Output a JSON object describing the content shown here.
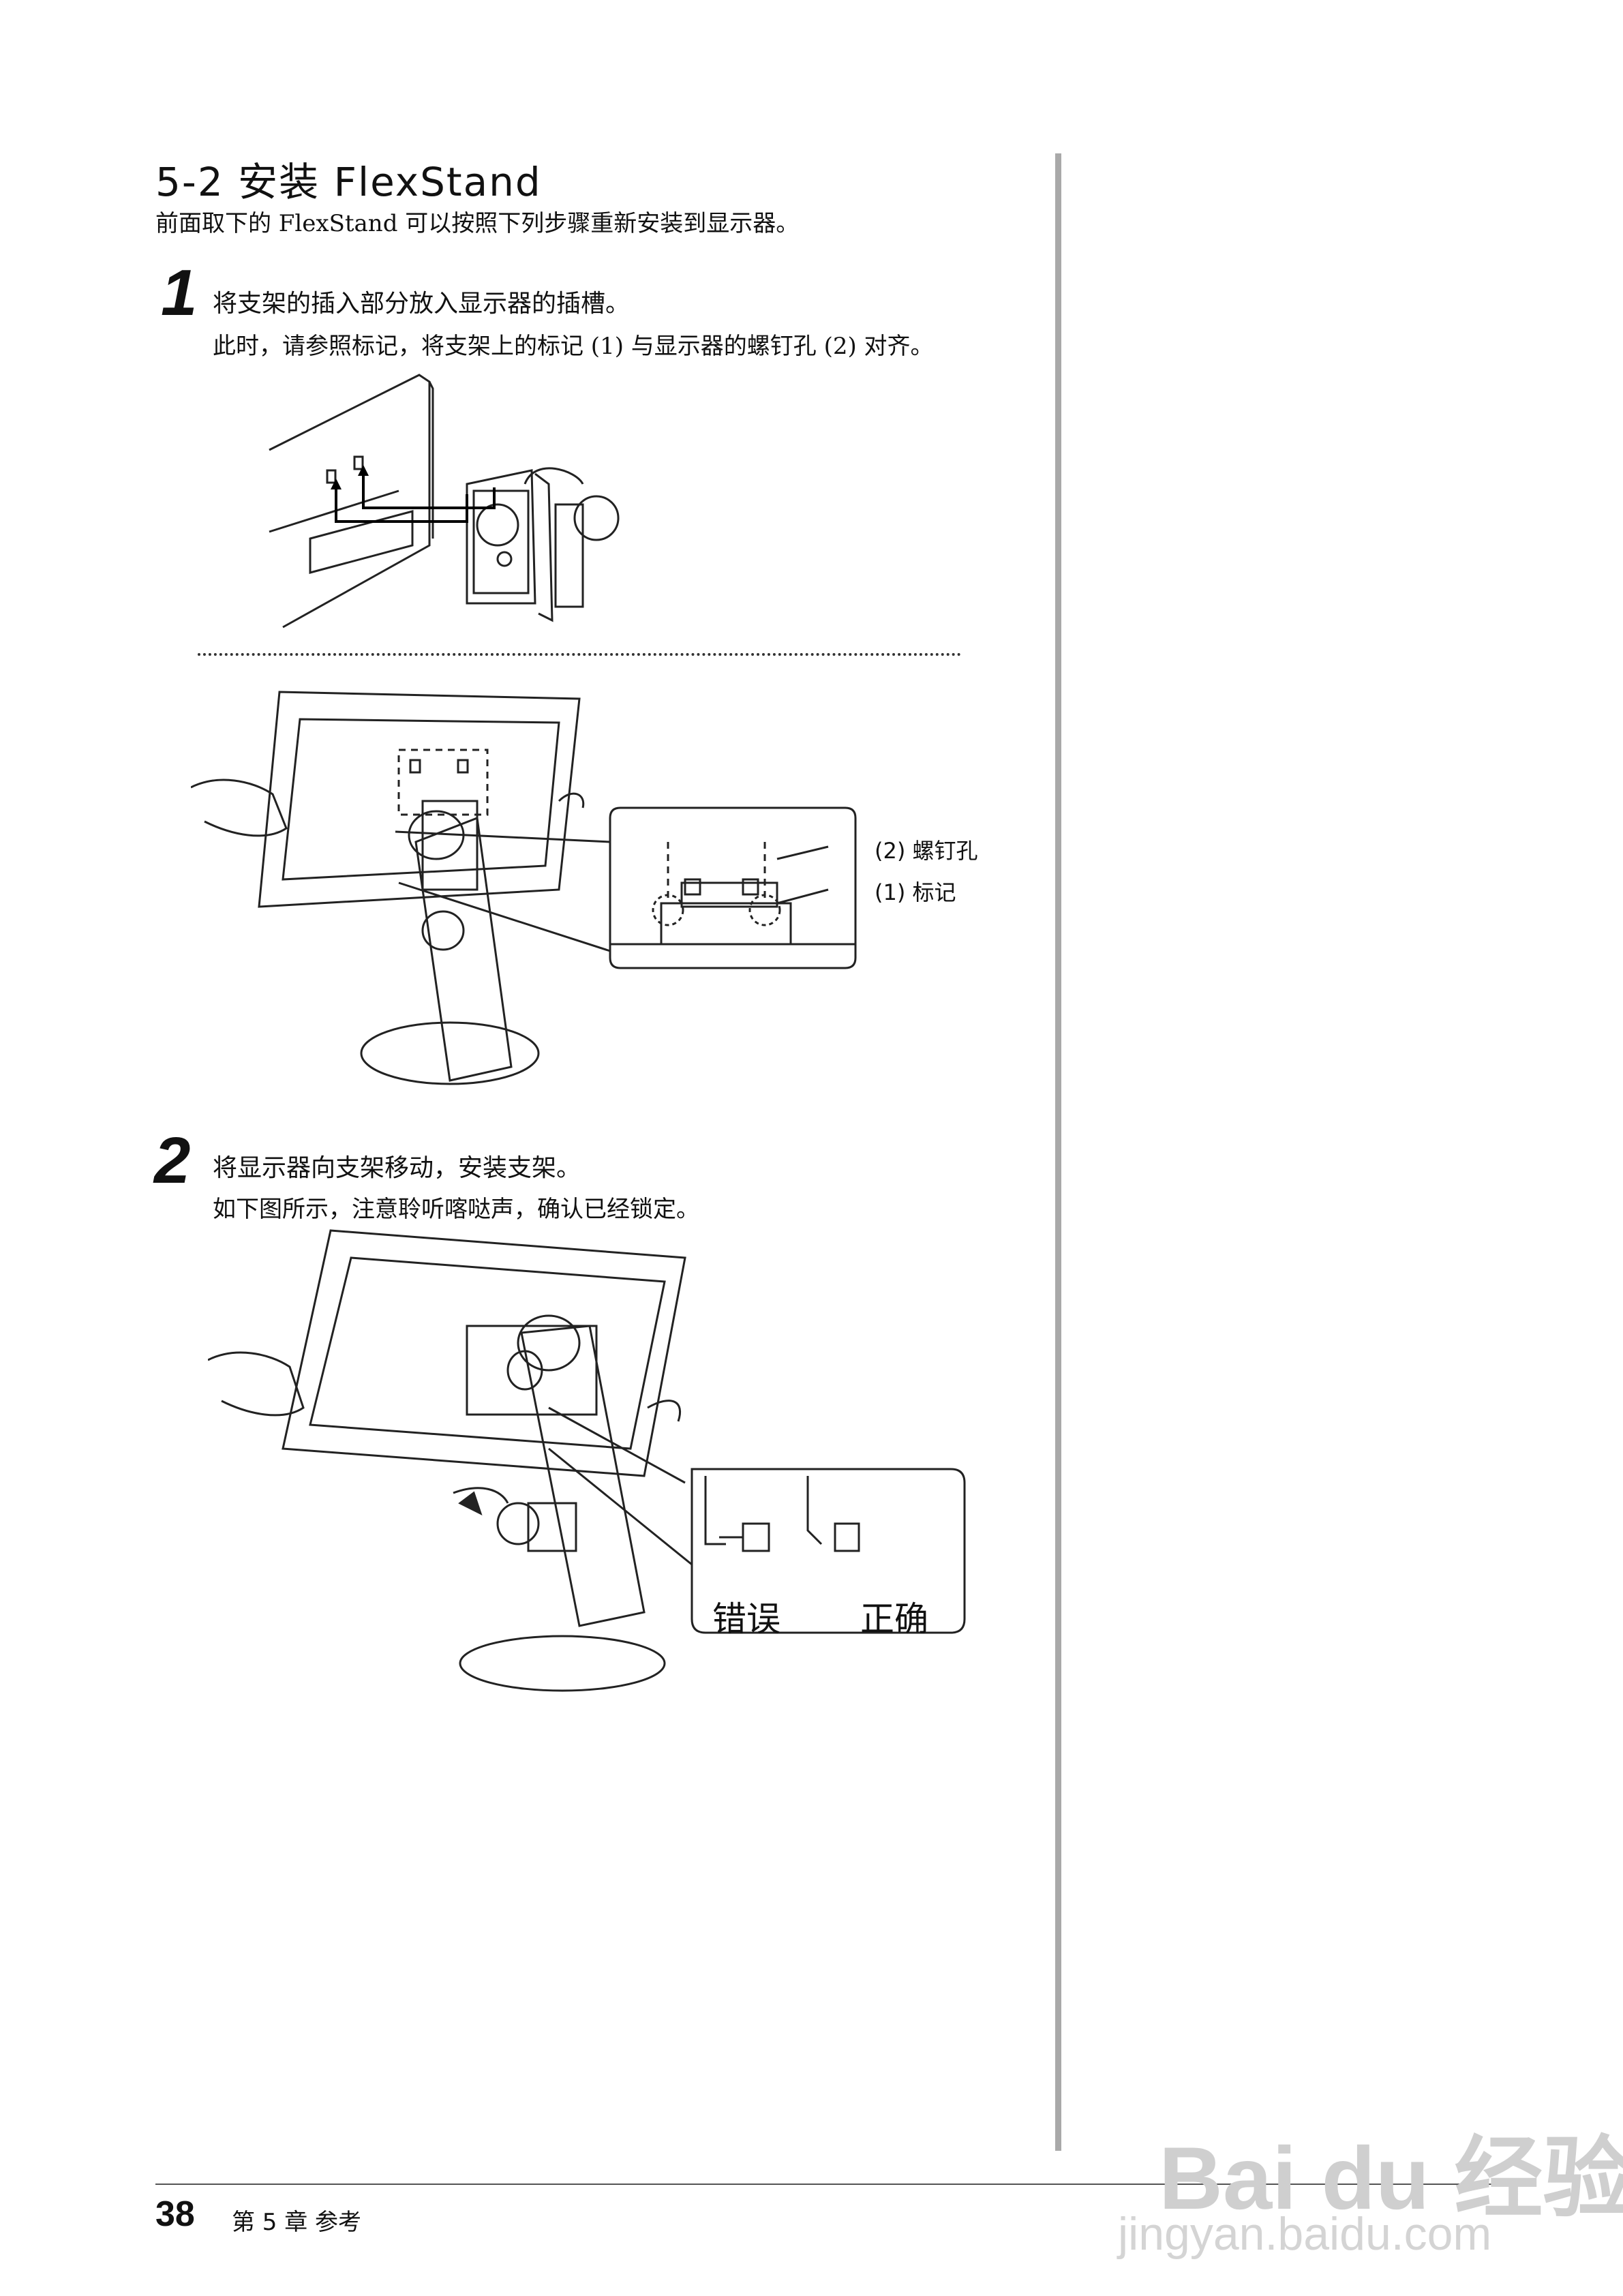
{
  "section": {
    "title": "5-2  安装 FlexStand",
    "intro": "前面取下的 FlexStand 可以按照下列步骤重新安装到显示器。"
  },
  "steps": [
    {
      "number": "1",
      "heading": "将支架的插入部分放入显示器的插槽。",
      "detail": "此时，请参照标记，将支架上的标记 (1) 与显示器的螺钉孔 (2) 对齐。"
    },
    {
      "number": "2",
      "heading": "将显示器向支架移动，安装支架。",
      "detail": "如下图所示，注意聆听喀哒声，确认已经锁定。"
    }
  ],
  "callouts": {
    "screw_hole": "(2)  螺钉孔",
    "mark": "(1)  标记",
    "wrong": "错误",
    "correct": "正确"
  },
  "footer": {
    "page_number": "38",
    "chapter": "第 5 章   参考"
  },
  "watermark": {
    "brand": "Bai du 经验",
    "url": "jingyan.baidu.com"
  }
}
